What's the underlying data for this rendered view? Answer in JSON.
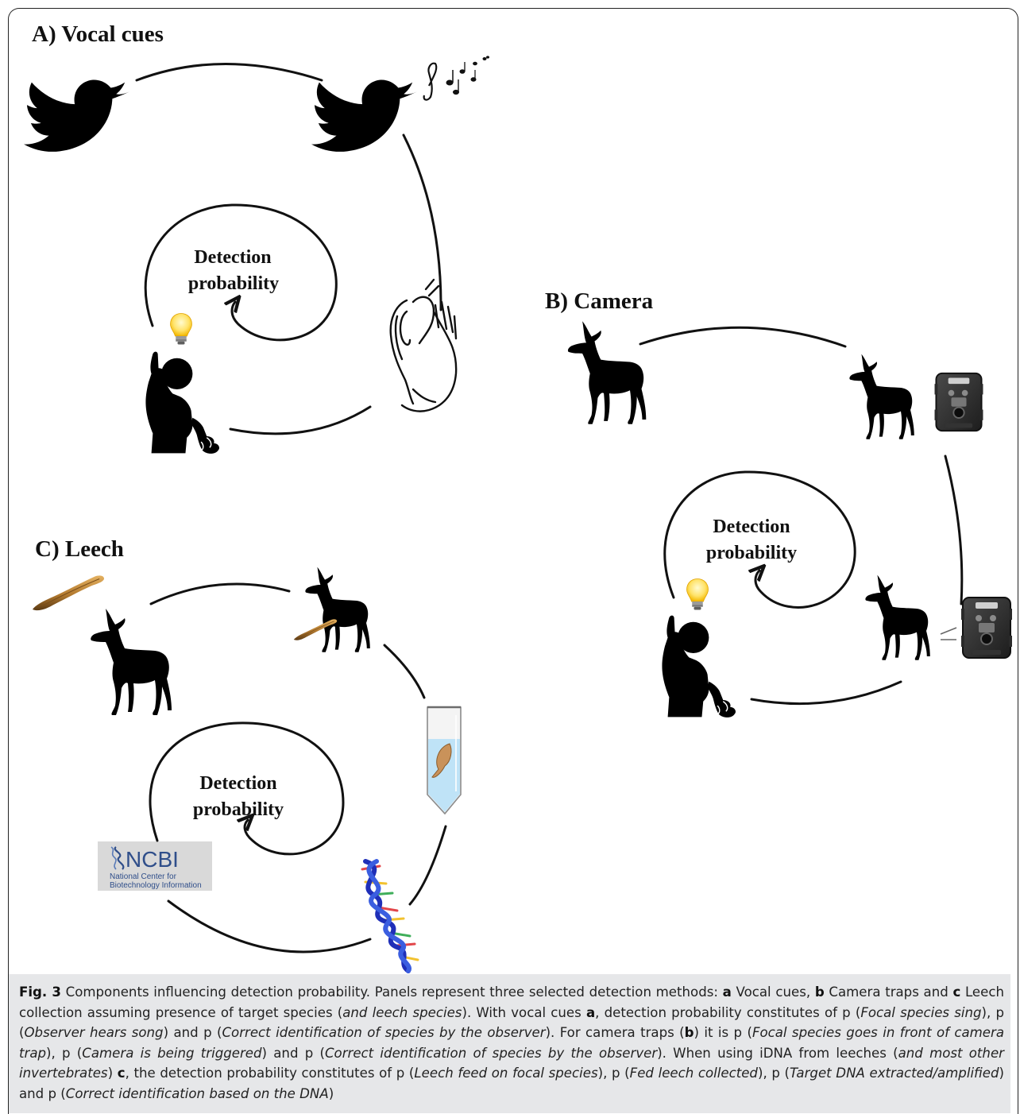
{
  "panels": {
    "a": {
      "title": "A) Vocal cues",
      "center_line1": "Detection",
      "center_line2": "probability"
    },
    "b": {
      "title": "B) Camera",
      "center_line1": "Detection",
      "center_line2": "probability"
    },
    "c": {
      "title": "C) Leech",
      "center_line1": "Detection",
      "center_line2": "probability"
    }
  },
  "ncbi_logo": {
    "name": "NCBI",
    "line1": "National Center for",
    "line2": "Biotechnology Information"
  },
  "icons": [
    "bird-icon",
    "singing-bird-icon",
    "listening-ear-icon",
    "observer-icon",
    "lightbulb-icon",
    "deer-icon",
    "camera-trap-icon",
    "leech-icon",
    "tube-icon",
    "dna-helix-icon",
    "ncbi-logo"
  ],
  "caption": {
    "fig_label": "Fig. 3",
    "t1": " Components influencing detection probability. Panels represent three selected detection methods: ",
    "a1": "a",
    "t2": " Vocal cues, ",
    "b1": "b",
    "t3": " Camera traps and ",
    "c1": "c",
    "t4": " Leech collection assuming presence of target species (",
    "i1": "and leech species",
    "t5": "). With vocal cues ",
    "a2": "a",
    "t6": ", detection probability constitutes of p (",
    "i2": "Focal species sing",
    "t7": "), p (",
    "i3": "Observer hears song",
    "t8": ") and p (",
    "i4": "Correct identification of species by the observer",
    "t9": "). For camera traps (",
    "b2": "b",
    "t10": ") it is p (",
    "i5": "Focal species goes in front of camera trap",
    "t11": "), p (",
    "i6": "Camera is being triggered",
    "t12": ") and p (",
    "i7": "Correct identification of species by the observer",
    "t13": "). When using iDNA from leeches (",
    "i8": "and most other invertebrates",
    "t14": ") ",
    "c2": "c",
    "t15": ", the detection probability constitutes of p (",
    "i9": "Leech feed on focal species",
    "t16": "), p (",
    "i10": "Fed leech collected",
    "t17": "), p (",
    "i11": "Target DNA extracted/amplified",
    "t18": ") and p (",
    "i12": "Correct identification based on the DNA",
    "t19": ")"
  }
}
